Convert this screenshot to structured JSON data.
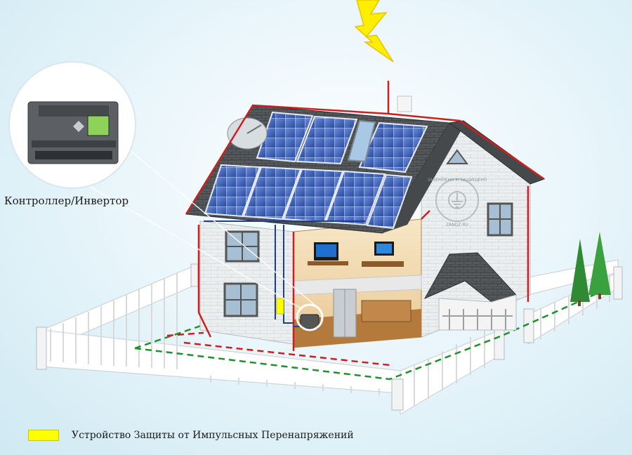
{
  "callout": {
    "label": "Контроллер/Инвертор",
    "icon": "plc-controller-icon"
  },
  "legend": {
    "label": "Устройство Защиты от Импульсных Перенапряжений",
    "color": "#ffff00"
  },
  "badge": {
    "text_top": "ЗАЗЕМЛЕНО И ЗАЩИЩЕНО",
    "text_bottom": "ZANDZ.RU",
    "icon": "ground-symbol-icon"
  },
  "colors": {
    "lightning_bolt": "#ffee00",
    "lightning_conductor": "#cc1f1f",
    "signal_cable": "#1e3f8f",
    "ground_loop": "#1f8f2f",
    "surge_protector": "#ffff00",
    "solar_panel": "#3a5fb0",
    "roof": "#3b3b3b",
    "wall": "#eeeeee"
  }
}
